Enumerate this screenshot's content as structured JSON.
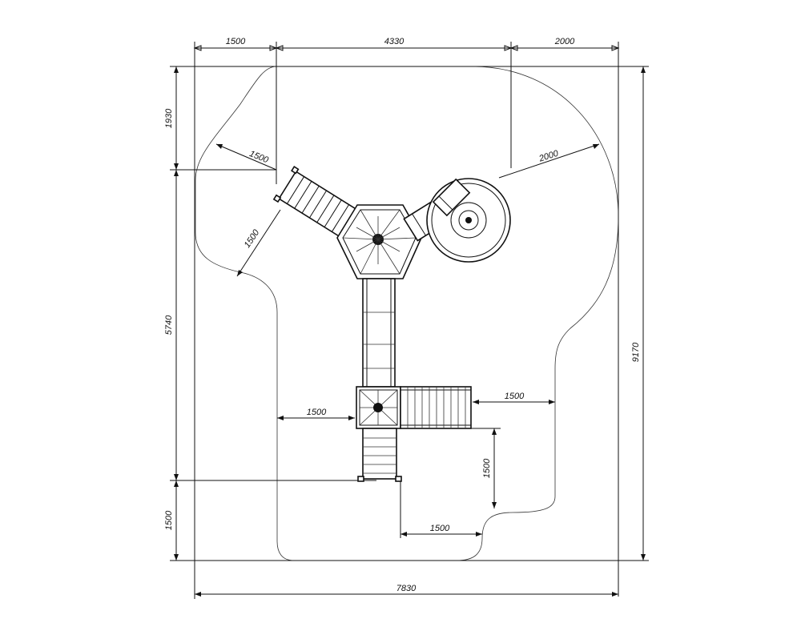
{
  "dimensions": {
    "top_left": "1500",
    "top_mid": "4330",
    "top_right": "2000",
    "left_top": "1930",
    "left_mid": "5740",
    "left_bottom": "1500",
    "right_total": "9170",
    "bottom_total": "7830",
    "diag_upper": "1500",
    "diag_lower": "1500",
    "diag_slide": "2000",
    "inner_left": "1500",
    "inner_right": "1500",
    "inner_vertical": "1500",
    "inner_bottom": "1500"
  }
}
